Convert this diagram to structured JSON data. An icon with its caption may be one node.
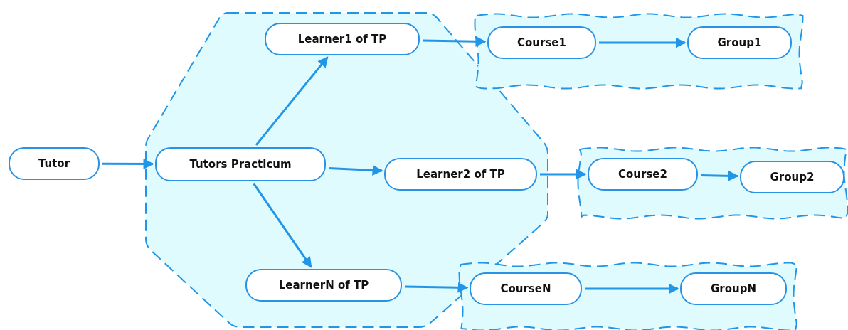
{
  "diagram": {
    "nodes": [
      {
        "text": [
          "Tutor"
        ]
      },
      {
        "text": [],
        "shape": "hexagon"
      },
      {
        "text": [
          "Learner1 of TP"
        ],
        "in": 1
      },
      {
        "text": [
          "Tutors Practicum"
        ],
        "in": 1
      },
      {
        "text": [
          "Learner2 of TP"
        ],
        "in": 1
      },
      {
        "text": [
          "LearnerN of TP"
        ],
        "in": 1
      },
      {
        "text": [],
        "shape": "box"
      },
      {
        "text": [
          "Course1"
        ],
        "in": 6
      },
      {
        "text": [
          "Group1"
        ],
        "in": 6
      },
      {
        "text": [],
        "shape": "box"
      },
      {
        "text": [
          "Course2"
        ],
        "in": 9
      },
      {
        "text": [
          "Group2"
        ],
        "in": 9
      },
      {
        "text": [],
        "shape": "box"
      },
      {
        "text": [
          "CourseN"
        ],
        "in": 12
      },
      {
        "text": [
          "GroupN"
        ],
        "in": 12
      }
    ],
    "edges": [
      {
        "from": 0,
        "to": 3,
        "arrow": "to"
      },
      {
        "from": 3,
        "to": 2,
        "arrow": "to"
      },
      {
        "from": 3,
        "to": 4,
        "arrow": "to"
      },
      {
        "from": 3,
        "to": 5,
        "arrow": "to"
      },
      {
        "from": 2,
        "to": 7,
        "arrow": "to"
      },
      {
        "from": 7,
        "to": 8,
        "arrow": "to"
      },
      {
        "from": 4,
        "to": 10,
        "arrow": "to"
      },
      {
        "from": 10,
        "to": 11,
        "arrow": "to"
      },
      {
        "from": 5,
        "to": 13,
        "arrow": "to"
      },
      {
        "from": 13,
        "to": 14,
        "arrow": "to"
      }
    ]
  }
}
